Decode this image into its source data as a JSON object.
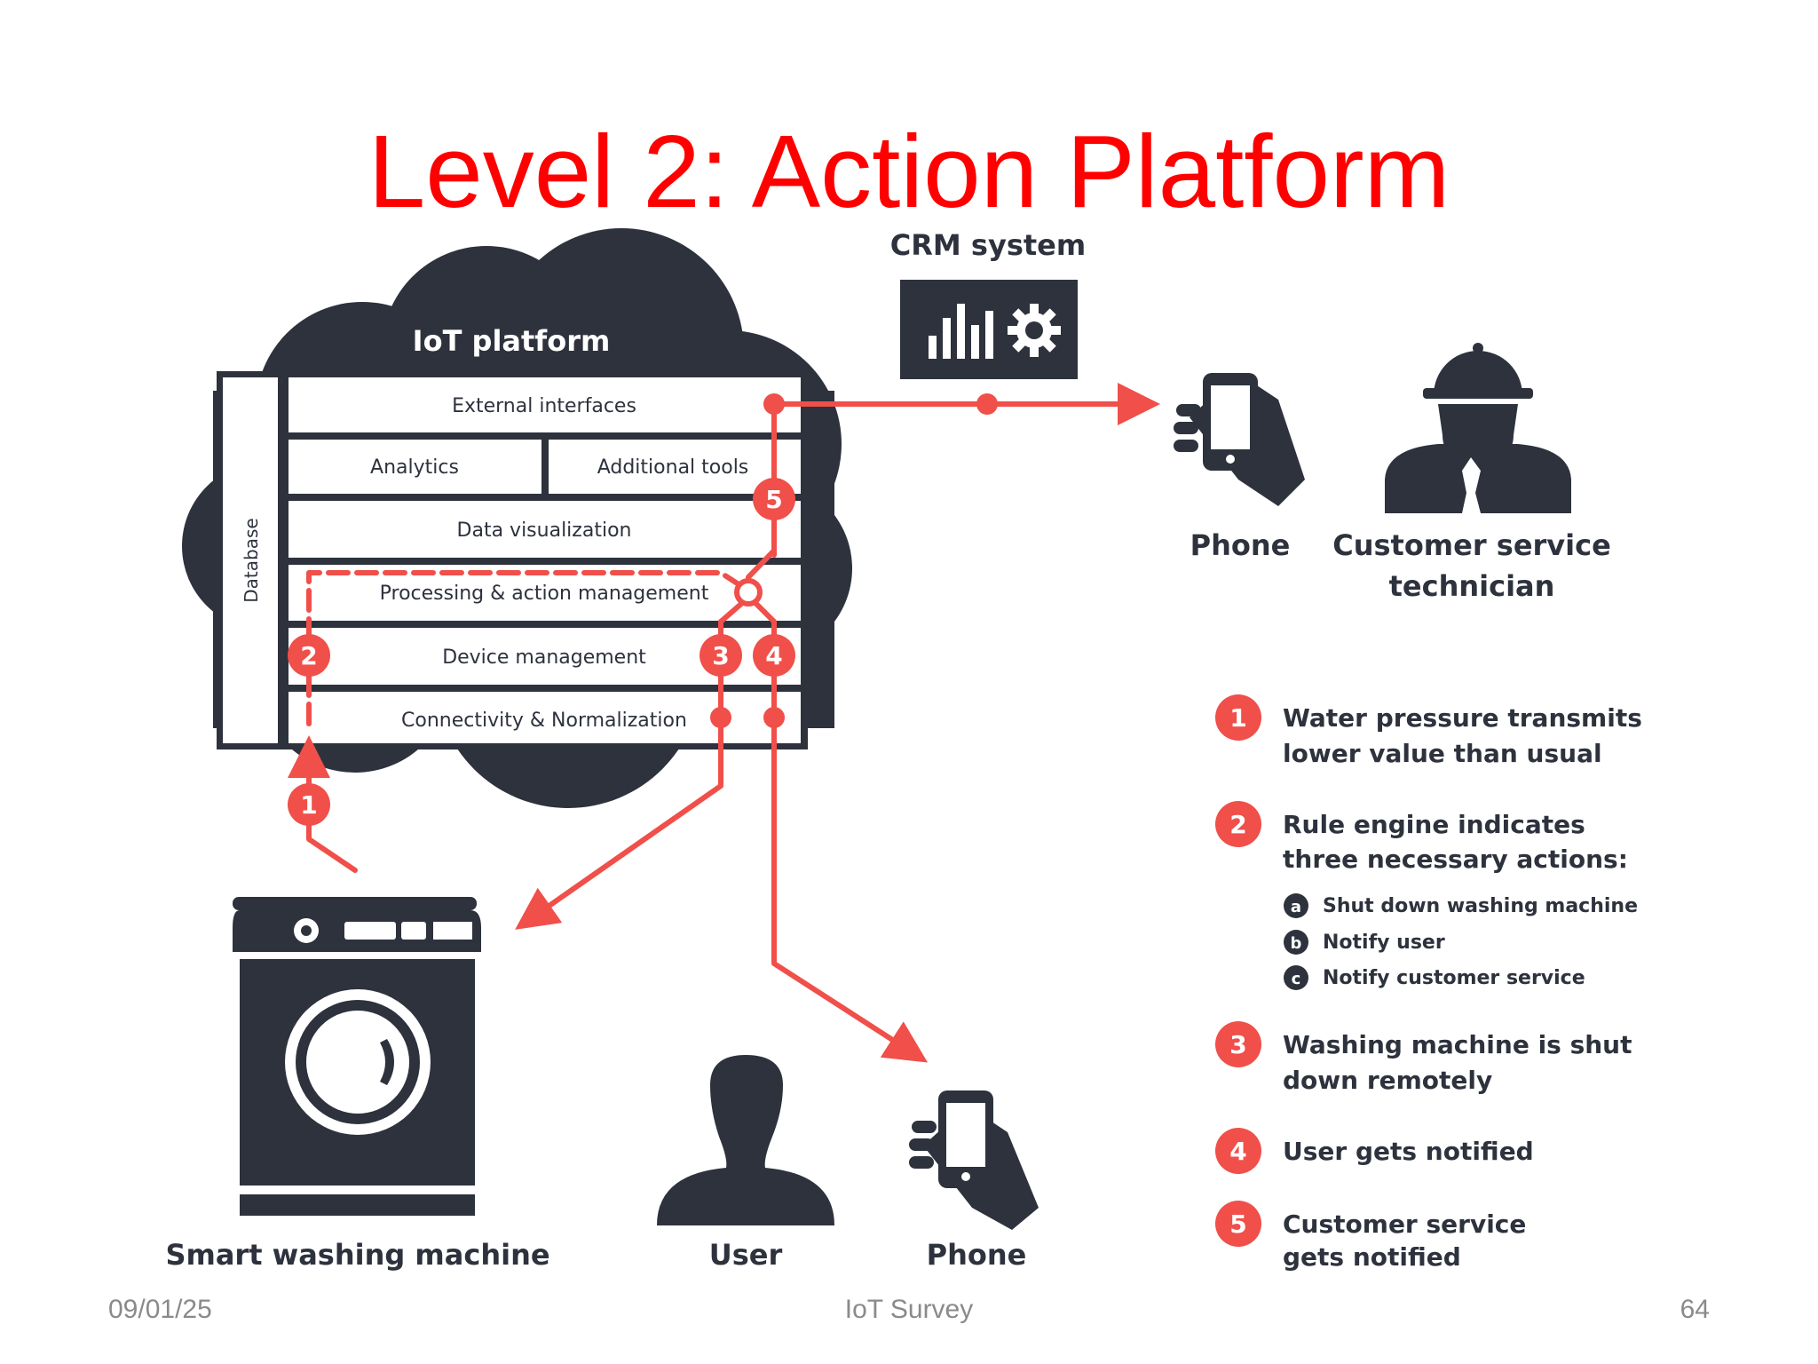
{
  "slide": {
    "title": "Level 2: Action Platform",
    "footer_date": "09/01/25",
    "footer_center": "IoT Survey",
    "page_number": "64"
  },
  "diagram": {
    "cloud_label": "IoT platform",
    "database_label": "Database",
    "layers": {
      "external": "External interfaces",
      "analytics": "Analytics",
      "tools": "Additional tools",
      "dataviz": "Data visualization",
      "processing": "Processing & action management",
      "device": "Device management",
      "connectivity": "Connectivity & Normalization"
    },
    "crm_label": "CRM system",
    "phone_top_label": "Phone",
    "technician_label_1": "Customer service",
    "technician_label_2": "technician",
    "washer_label": "Smart washing machine",
    "user_label": "User",
    "phone_bottom_label": "Phone",
    "step_numbers": [
      "1",
      "2",
      "3",
      "4",
      "5"
    ]
  },
  "legend": {
    "items": [
      {
        "num": "1",
        "lines": [
          "Water pressure transmits",
          "lower value than usual"
        ]
      },
      {
        "num": "2",
        "lines": [
          "Rule engine indicates",
          "three necessary actions:"
        ]
      },
      {
        "num": "3",
        "lines": [
          "Washing machine is shut",
          "down remotely"
        ]
      },
      {
        "num": "4",
        "lines": [
          "User gets notified"
        ]
      },
      {
        "num": "5",
        "lines": [
          "Customer service",
          "gets notified"
        ]
      }
    ],
    "subitems": [
      {
        "letter": "a",
        "text": "Shut down washing machine"
      },
      {
        "letter": "b",
        "text": "Notify user"
      },
      {
        "letter": "c",
        "text": "Notify customer service"
      }
    ]
  },
  "colors": {
    "title": "#ff0000",
    "dark": "#2d323d",
    "accent": "#f04f4a"
  }
}
